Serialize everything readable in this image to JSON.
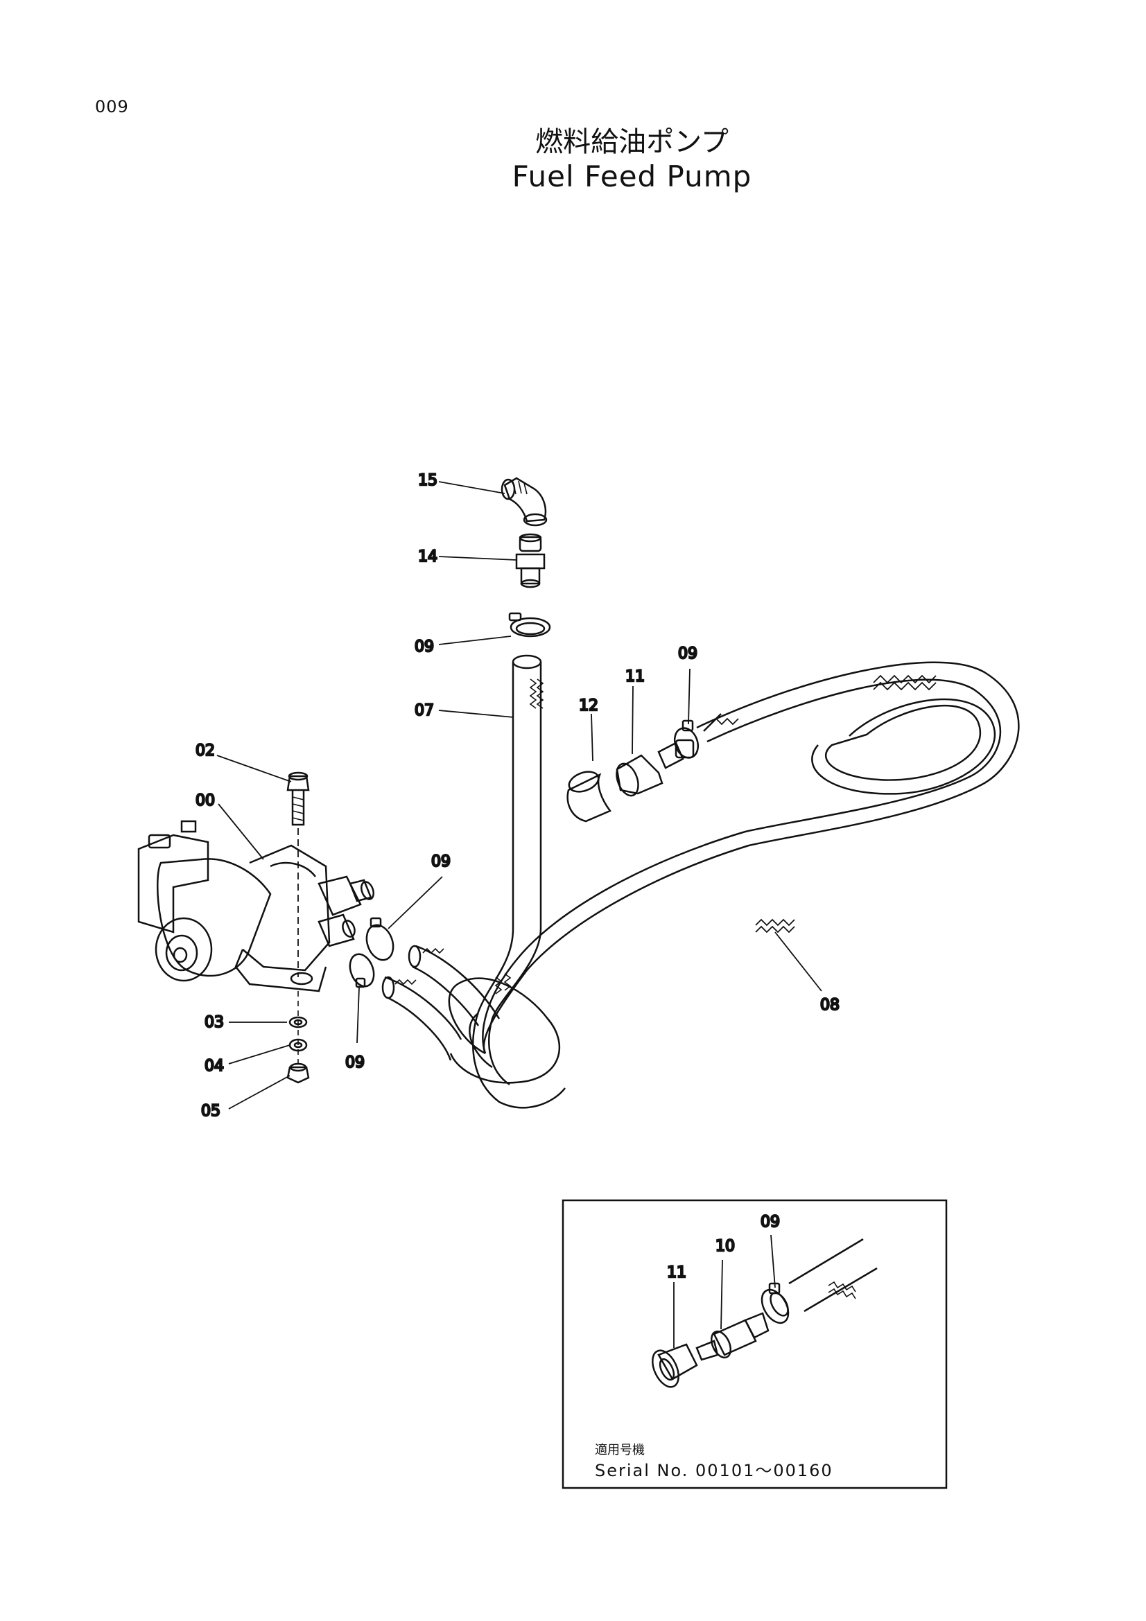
{
  "page_number": "009",
  "title_jp": "燃料給油ポンプ",
  "title_en": "Fuel Feed Pump",
  "callouts": {
    "c15": "15",
    "c14": "14",
    "c09_top": "09",
    "c07": "07",
    "c12": "12",
    "c11": "11",
    "c09_right": "09",
    "c02": "02",
    "c00": "00",
    "c09_mid": "09",
    "c08": "08",
    "c03": "03",
    "c04": "04",
    "c09_low": "09",
    "c05": "05"
  },
  "inset": {
    "c09": "09",
    "c10": "10",
    "c11": "11",
    "note_jp": "適用号機",
    "serial": "Serial No. 00101〜00160"
  }
}
